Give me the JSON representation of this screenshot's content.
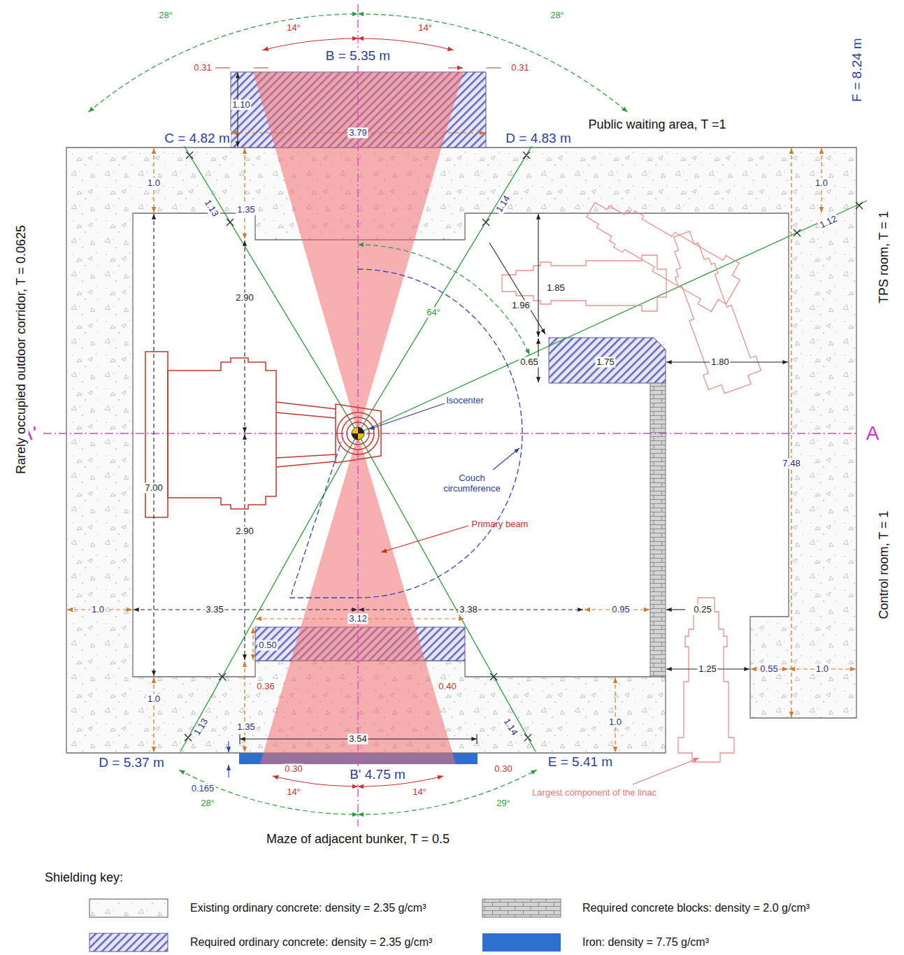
{
  "diagram": {
    "labels": [
      "28°",
      "28°",
      "14°",
      "14°",
      "B = 5.35 m",
      "0.31",
      "0.31",
      "1.10",
      "Public waiting area, T =1",
      "C = 4.82 m",
      "3.79",
      "D = 4.83 m",
      "F = 8.24 m",
      "1.0",
      "1.13",
      "1.35",
      "1.14",
      "1.0",
      "1.12",
      "1.85",
      "2.90",
      "1.96",
      "64°",
      "0.65",
      "1.75",
      "1.80",
      "Isocenter",
      "A'",
      "A",
      "Rarely occupied outdoor corridor, T = 0.0625",
      "TPS room, T = 1",
      "Control room, T = 1",
      "7.48",
      "Couch circumference",
      "7.00",
      "Primary beam",
      "2.90",
      "1.0",
      "3.35",
      "3.38",
      "0.95",
      "0.25",
      "3.12",
      "0.50",
      "1.25",
      "0.55",
      "1.0",
      "0.36",
      "0.40",
      "1.0",
      "1.35",
      "1.13",
      "1.14",
      "1.0",
      "3.54",
      "D = 5.37 m",
      "B' 4.75 m",
      "E = 5.41 m",
      "0.30",
      "0.30",
      "0.165",
      "14°",
      "14°",
      "Largest component of the linac",
      "28°",
      "29°",
      "Maze of adjacent bunker, T = 0.5",
      "Shielding key:"
    ],
    "legend": [
      {
        "text": "Existing ordinary concrete: density = 2.35 g/cm³"
      },
      {
        "text": "Required ordinary concrete: density = 2.35 g/cm³"
      },
      {
        "text": "Required concrete blocks: density = 2.0 g/cm³"
      },
      {
        "text": "Iron: density = 7.75 g/cm³",
        "color": "#2f6fd0"
      }
    ]
  }
}
